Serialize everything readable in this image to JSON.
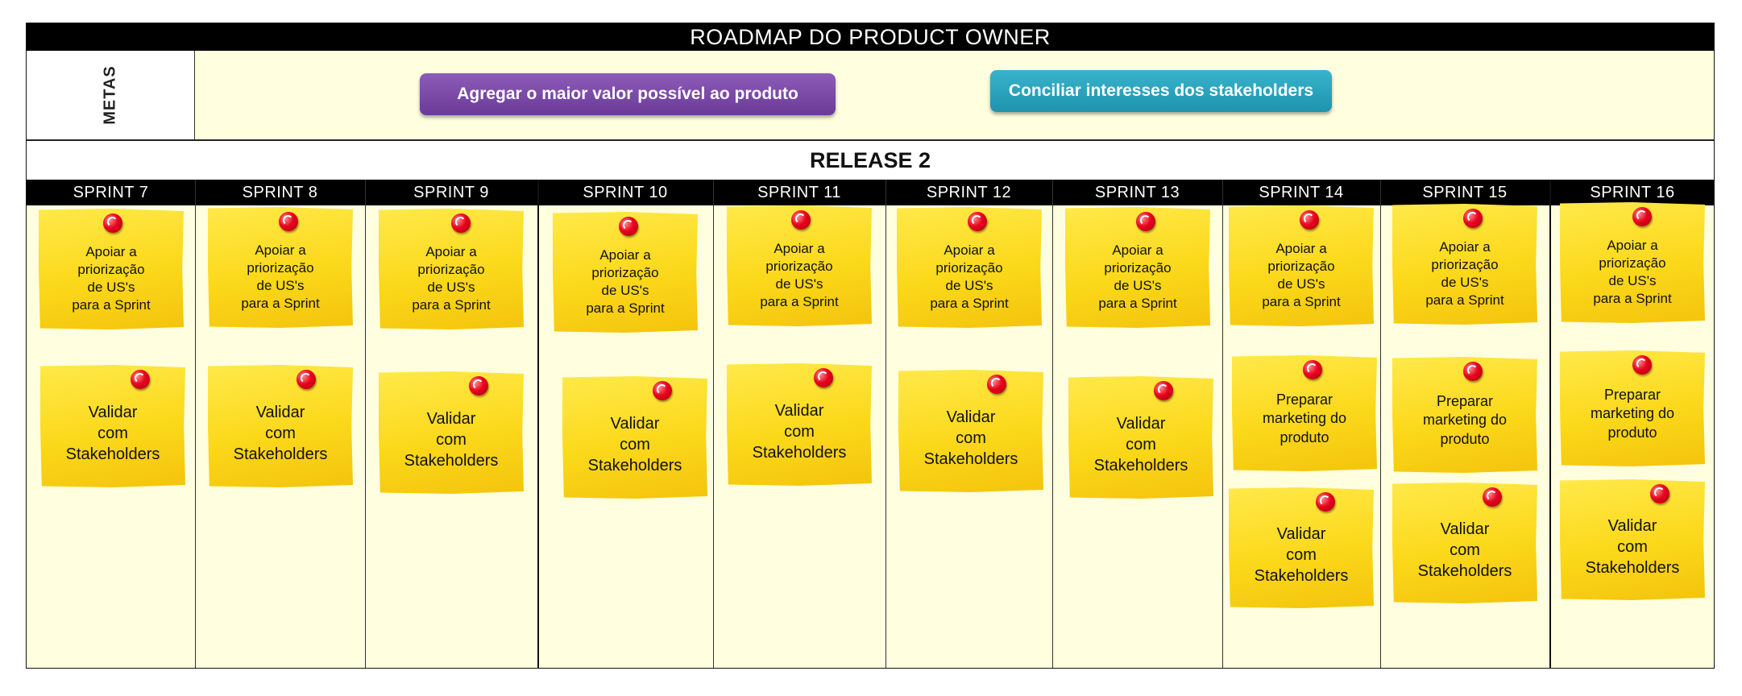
{
  "title": "ROADMAP DO PRODUCT OWNER",
  "metas": {
    "label": "METAS",
    "goals": [
      "Agregar o maior valor possível ao produto",
      "Conciliar interesses dos stakeholders"
    ]
  },
  "release": "RELEASE 2",
  "sprints": [
    {
      "name": "SPRINT 7",
      "notes": [
        "Apoiar a\npriorização\nde US's\npara a Sprint",
        "Validar\ncom\nStakeholders"
      ]
    },
    {
      "name": "SPRINT 8",
      "notes": [
        "Apoiar a\npriorização\nde US's\npara a Sprint",
        "Validar\ncom\nStakeholders"
      ]
    },
    {
      "name": "SPRINT 9",
      "notes": [
        "Apoiar a\npriorização\nde US's\npara a Sprint",
        "Validar\ncom\nStakeholders"
      ]
    },
    {
      "name": "SPRINT 10",
      "notes": [
        "Apoiar a\npriorização\nde US's\npara a Sprint",
        "Validar\ncom\nStakeholders"
      ]
    },
    {
      "name": "SPRINT 11",
      "notes": [
        "Apoiar a\npriorização\nde US's\npara a Sprint",
        "Validar\ncom\nStakeholders"
      ]
    },
    {
      "name": "SPRINT 12",
      "notes": [
        "Apoiar a\npriorização\nde US's\npara a Sprint",
        "Validar\ncom\nStakeholders"
      ]
    },
    {
      "name": "SPRINT 13",
      "notes": [
        "Apoiar a\npriorização\nde US's\npara a Sprint",
        "Validar\ncom\nStakeholders"
      ]
    },
    {
      "name": "SPRINT 14",
      "notes": [
        "Apoiar a\npriorização\nde US's\npara a Sprint",
        "Preparar\nmarketing do\nproduto",
        "Validar\ncom\nStakeholders"
      ]
    },
    {
      "name": "SPRINT 15",
      "notes": [
        "Apoiar a\npriorização\nde US's\npara a Sprint",
        "Preparar\nmarketing do\nproduto",
        "Validar\ncom\nStakeholders"
      ]
    },
    {
      "name": "SPRINT 16",
      "notes": [
        "Apoiar a\npriorização\nde US's\npara a Sprint",
        "Preparar\nmarketing do\nproduto",
        "Validar\ncom\nStakeholders"
      ]
    }
  ]
}
